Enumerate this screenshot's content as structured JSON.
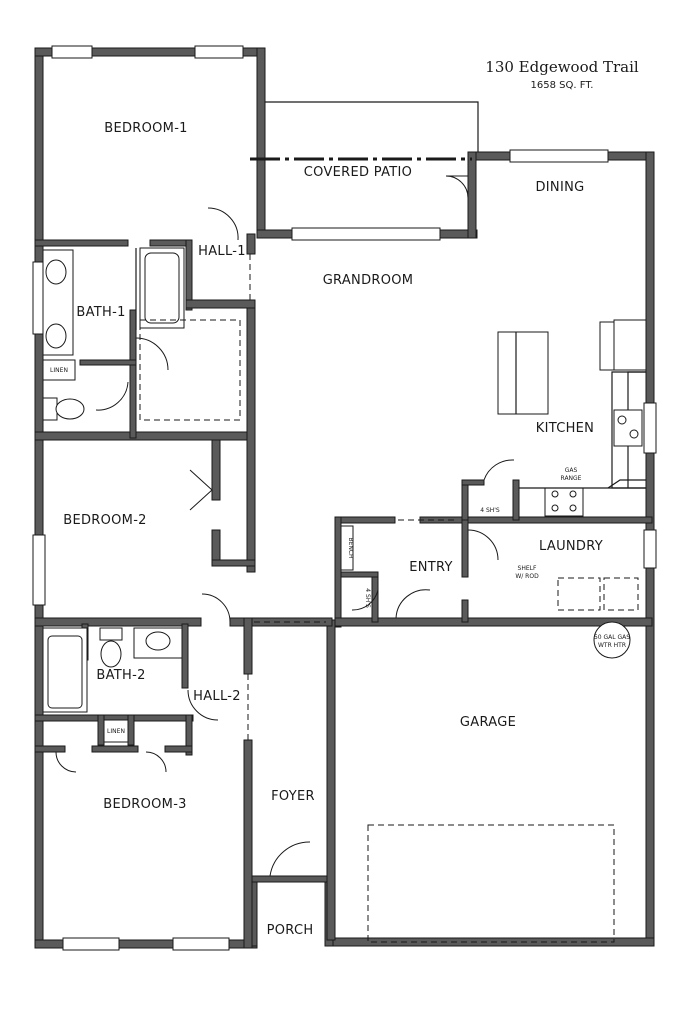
{
  "header": {
    "address": "130 Edgewood Trail",
    "area": "1658 SQ. FT."
  },
  "rooms": {
    "bedroom1": "BEDROOM-1",
    "covered_patio": "COVERED PATIO",
    "dining": "DINING",
    "hall1": "HALL-1",
    "grandroom": "GRANDROOM",
    "bath1": "BATH-1",
    "kitchen": "KITCHEN",
    "bedroom2": "BEDROOM-2",
    "entry": "ENTRY",
    "laundry": "LAUNDRY",
    "bath2": "BATH-2",
    "hall2": "HALL-2",
    "garage": "GARAGE",
    "bedroom3": "BEDROOM-3",
    "foyer": "FOYER",
    "porch": "PORCH"
  },
  "labels": {
    "linen1": "LINEN",
    "linen2": "LINEN",
    "gas_range_1": "GAS",
    "gas_range_2": "RANGE",
    "shelves_kitchen": "4 SH'S",
    "bench": "BENCH",
    "shelves_entry": "4 SH'S",
    "shelf_rod_1": "SHELF",
    "shelf_rod_2": "W/ ROD",
    "water_heater_1": "50 GAL GAS",
    "water_heater_2": "WTR HTR"
  }
}
